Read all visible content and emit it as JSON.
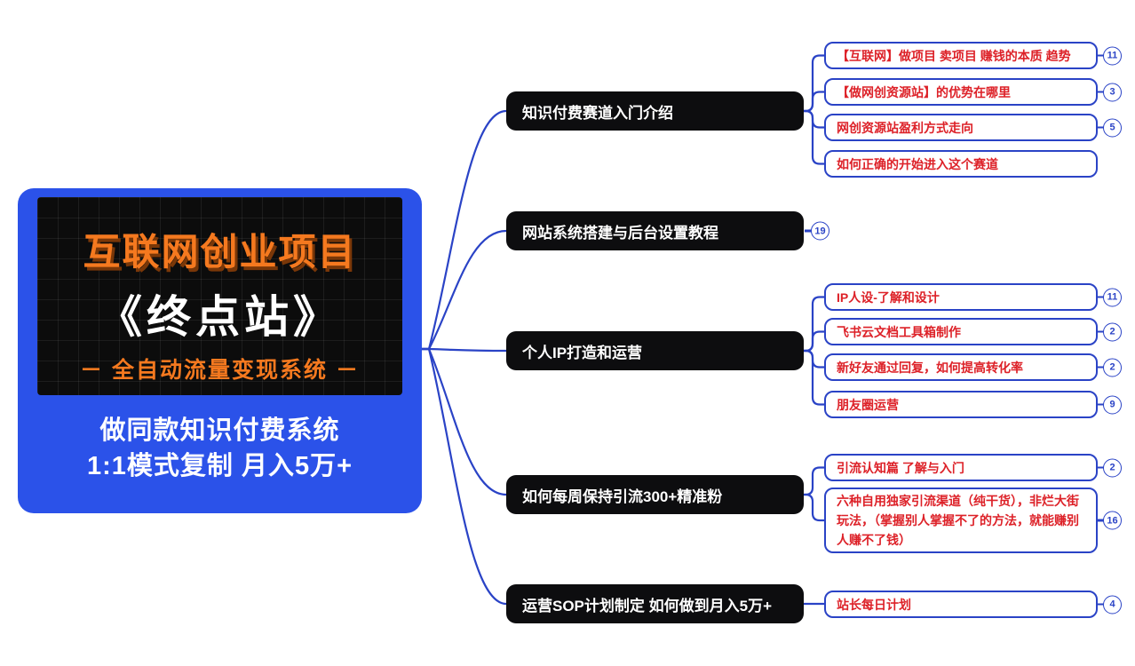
{
  "central": {
    "poster_line1": "互联网创业项目",
    "poster_line2": "《终点站》",
    "poster_line3": "－ 全自动流量变现系统 －",
    "caption_line1": "做同款知识付费系统",
    "caption_line2": "1:1模式复制  月入5万+"
  },
  "branches": [
    {
      "label": "知识付费赛道入门介绍",
      "children": [
        {
          "label": "【互联网】做项目 卖项目 赚钱的本质 趋势",
          "badge": "11"
        },
        {
          "label": "【做网创资源站】的优势在哪里",
          "badge": "3"
        },
        {
          "label": "网创资源站盈利方式走向",
          "badge": "5"
        },
        {
          "label": "如何正确的开始进入这个赛道"
        }
      ]
    },
    {
      "label": "网站系统搭建与后台设置教程",
      "badge": "19",
      "children": []
    },
    {
      "label": "个人IP打造和运营",
      "children": [
        {
          "label": "IP人设-了解和设计",
          "badge": "11"
        },
        {
          "label": "飞书云文档工具箱制作",
          "badge": "2"
        },
        {
          "label": "新好友通过回复，如何提高转化率",
          "badge": "2"
        },
        {
          "label": "朋友圈运营",
          "badge": "9"
        }
      ]
    },
    {
      "label": "如何每周保持引流300+精准粉",
      "children": [
        {
          "label": "引流认知篇 了解与入门",
          "badge": "2"
        },
        {
          "label": "六种自用独家引流渠道（纯干货），非烂大街玩法，（掌握别人掌握不了的方法，就能赚别人赚不了钱）",
          "badge": "16"
        }
      ]
    },
    {
      "label": "运营SOP计划制定 如何做到月入5万+",
      "children": [
        {
          "label": "站长每日计划",
          "badge": "4"
        }
      ]
    }
  ],
  "colors": {
    "connector_blue": "#2a43c6",
    "leaf_text_red": "#dd2128",
    "card_blue": "#2b52e9",
    "accent_orange": "#f5791f",
    "node_black": "#0d0d0f"
  }
}
